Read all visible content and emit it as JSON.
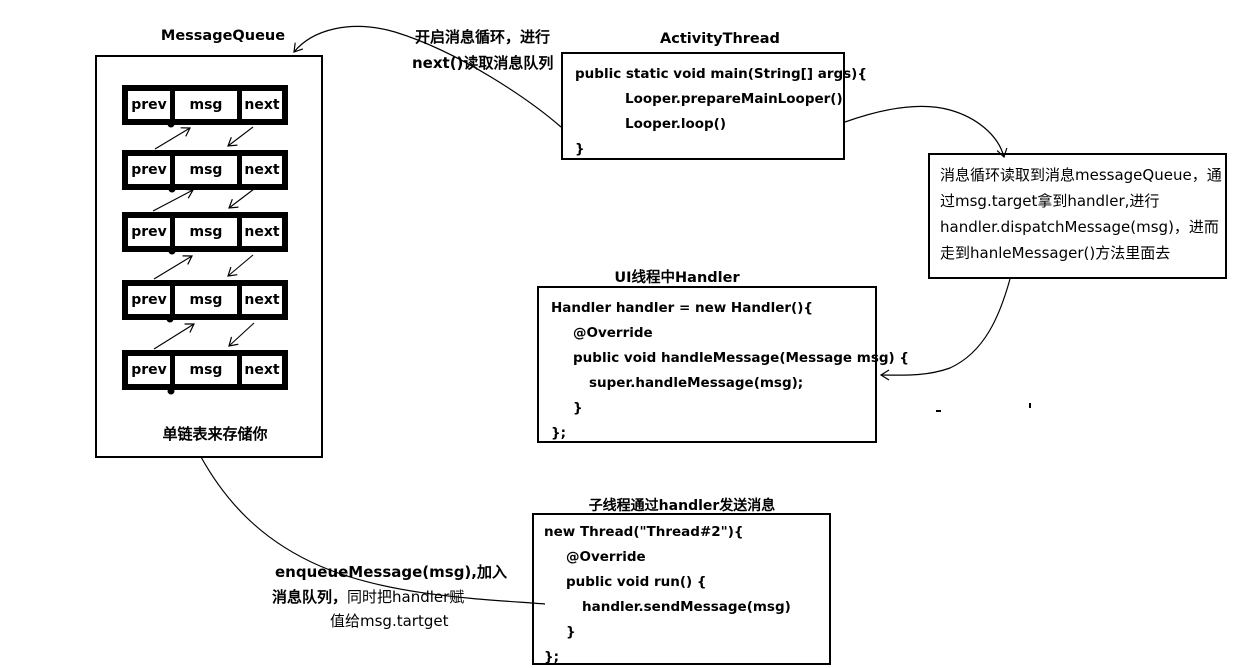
{
  "queue": {
    "title": "MessageQueue",
    "cells": [
      "prev",
      "msg",
      "next"
    ],
    "caption": "单链表来存储你"
  },
  "loop_note": {
    "line1": "开启消息循环，进行",
    "line2": "next()读取消息队列"
  },
  "activity_thread": {
    "title": "ActivityThread",
    "lines": [
      "public static void main(String[] args){",
      "Looper.prepareMainLooper()",
      "Looper.loop()",
      "}"
    ]
  },
  "dispatch_note": {
    "lines": [
      "消息循环读取到消息messageQueue，通",
      "过msg.target拿到handler,进行",
      "handler.dispatchMessage(msg)，进而",
      "走到hanleMessager()方法里面去"
    ]
  },
  "ui_handler": {
    "title": "UI线程中Handler",
    "lines": [
      "Handler handler = new Handler(){",
      "@Override",
      "public void handleMessage(Message msg) {",
      "super.handleMessage(msg);",
      "}",
      "};"
    ]
  },
  "sub_thread": {
    "title": "子线程通过handler发送消息",
    "lines": [
      "new Thread(\"Thread#2\"){",
      "@Override",
      "public void run() {",
      "handler.sendMessage(msg)",
      "}",
      "};"
    ]
  },
  "enqueue_note": {
    "line1": "enqueueMessage(msg),加入",
    "line2_bold": "消息队列，",
    "line2_rest": "同时把handler赋",
    "line3": "值给msg.tartget"
  },
  "colors": {
    "ink": "#000000",
    "background": "#ffffff"
  }
}
